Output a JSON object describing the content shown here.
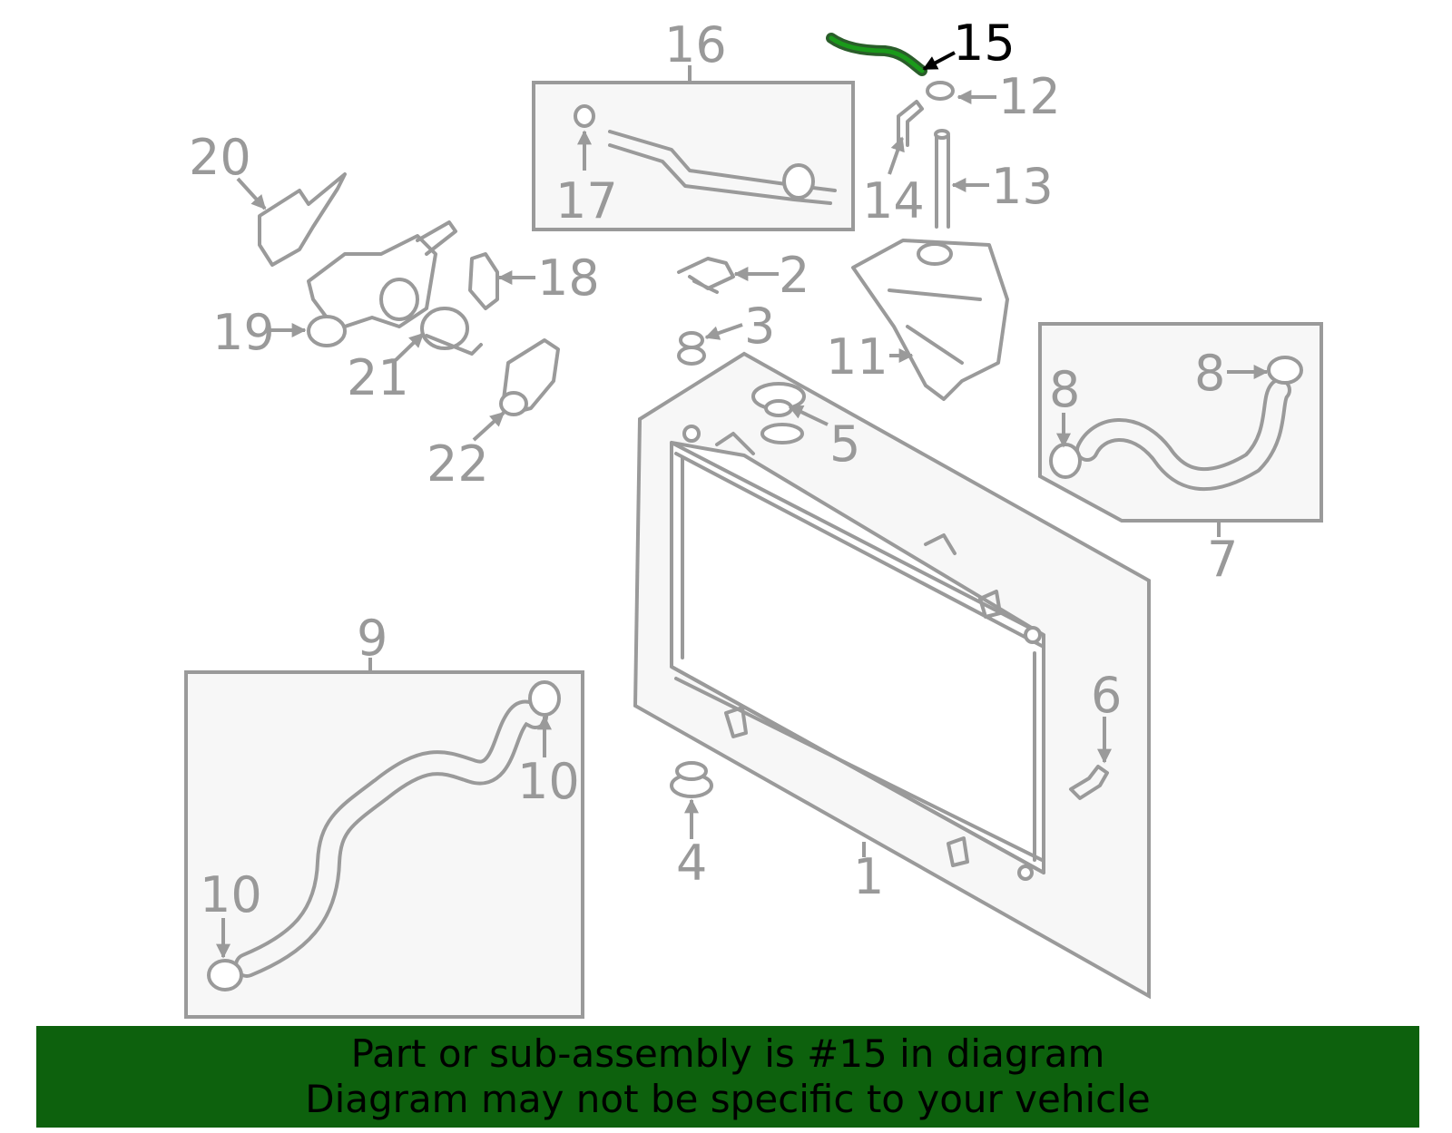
{
  "diagram": {
    "highlighted_callout": "15",
    "callouts": {
      "c1": "1",
      "c2": "2",
      "c3": "3",
      "c4": "4",
      "c5": "5",
      "c6": "6",
      "c7": "7",
      "c8a": "8",
      "c8b": "8",
      "c9": "9",
      "c10a": "10",
      "c10b": "10",
      "c11": "11",
      "c12": "12",
      "c13": "13",
      "c14": "14",
      "c15": "15",
      "c16": "16",
      "c17": "17",
      "c18": "18",
      "c19": "19",
      "c20": "20",
      "c21": "21",
      "c22": "22"
    },
    "colors": {
      "parts": "#9a9a9a",
      "highlight": "#1a9a1a",
      "banner": "#0d610d"
    }
  },
  "banner": {
    "line1": "Part or sub-assembly is #15 in diagram",
    "line2": "Diagram may not be specific to your vehicle"
  }
}
